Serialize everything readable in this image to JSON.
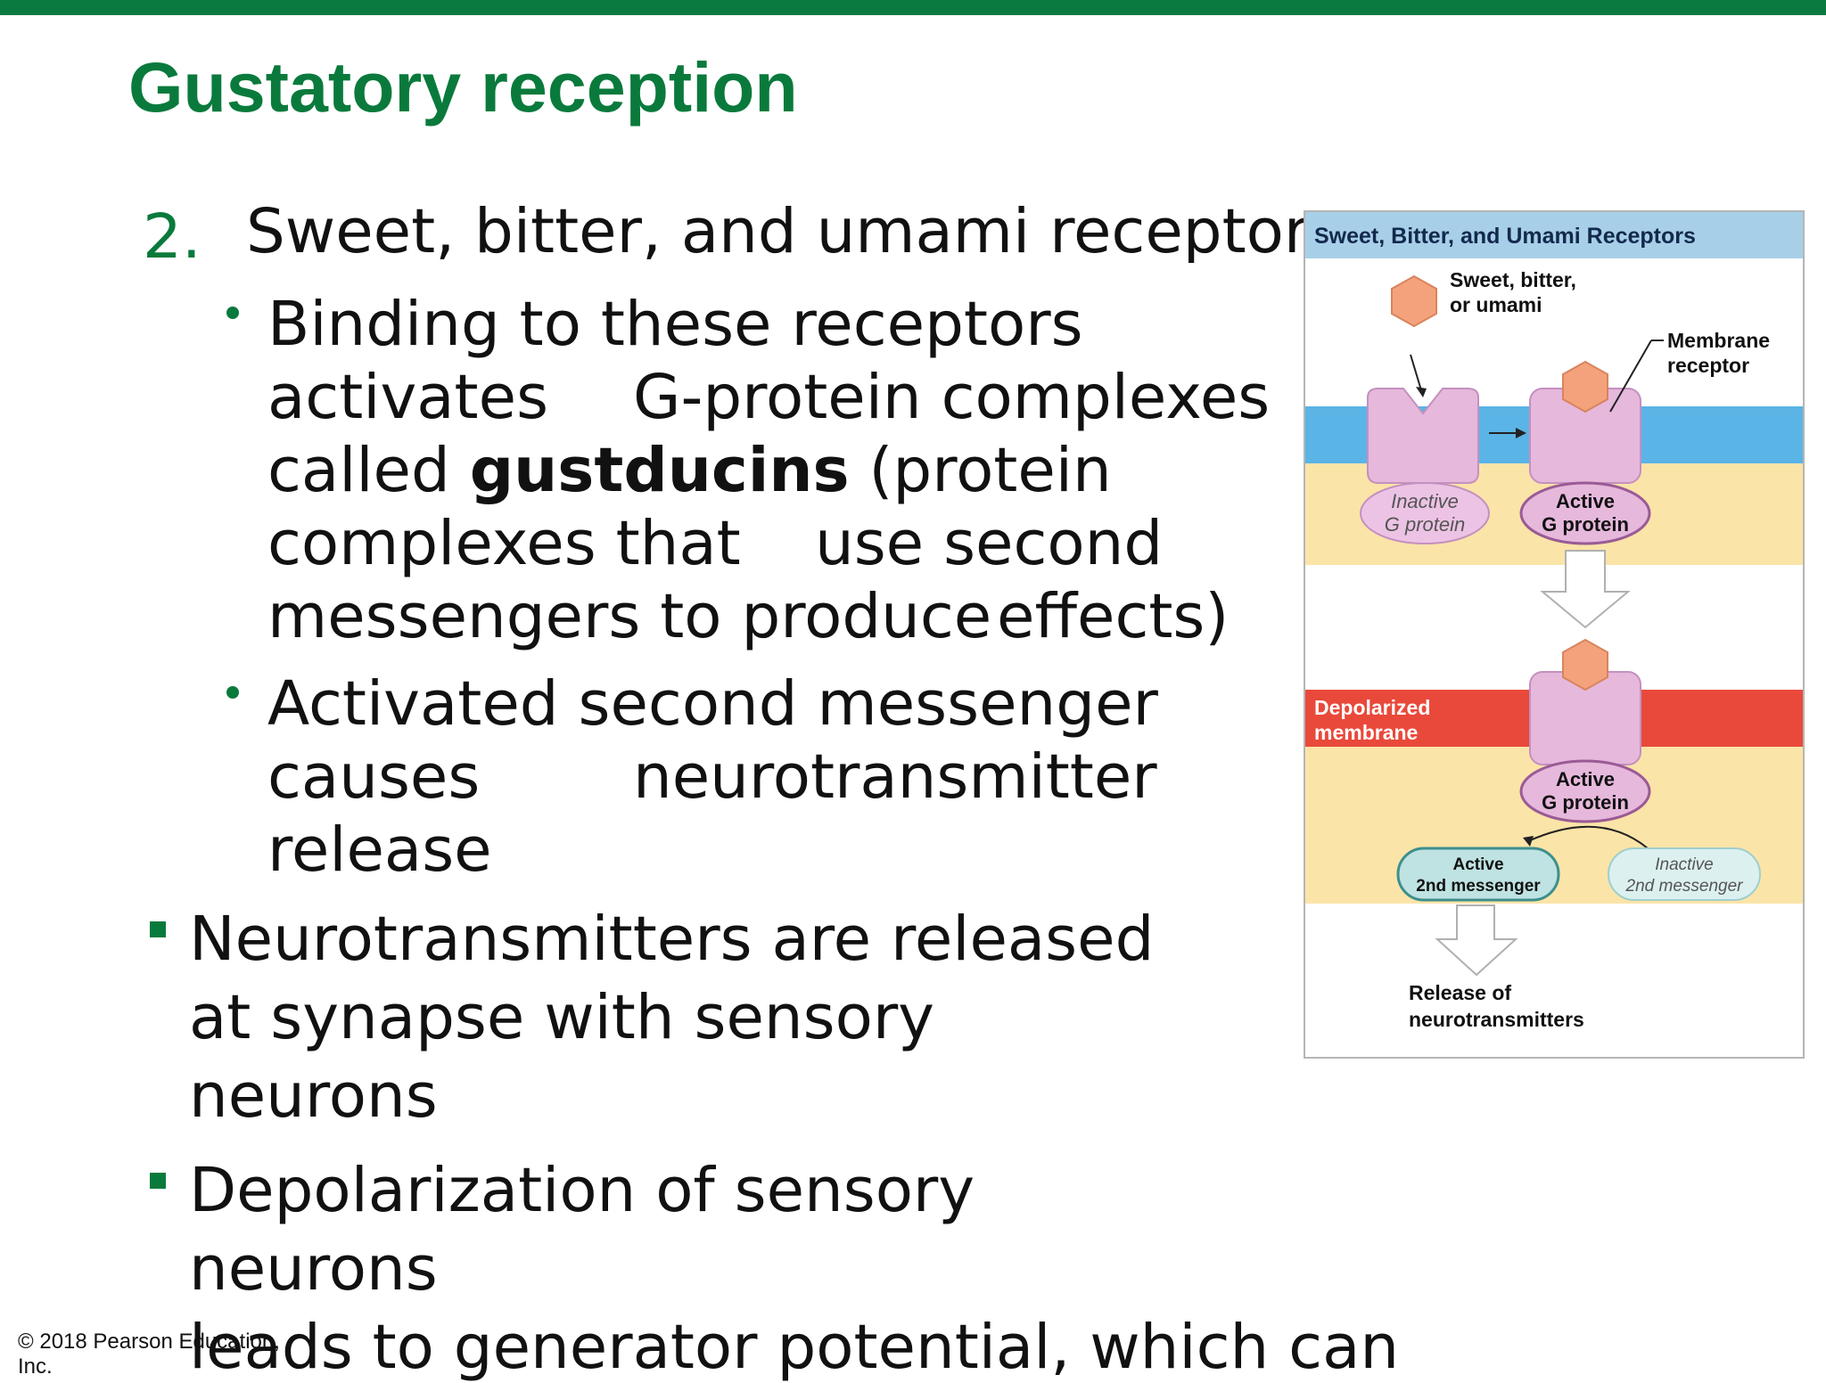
{
  "slide": {
    "title": "Gustatory reception",
    "item_number": "2.",
    "item_heading": "Sweet, bitter, and umami receptors",
    "bullet1": {
      "line1": "Binding to these receptors",
      "line2a": "activates",
      "line2b": "G-protein complexes",
      "line3a": "called ",
      "line3b": "gustducins",
      "line3c": " (protein",
      "line4a": "complexes that",
      "line4b": "use second",
      "line5a": "messengers to produce",
      "line5b": "effects)"
    },
    "bullet2": {
      "line1": "Activated second messenger",
      "line2a": "causes",
      "line2b": "neurotransmitter",
      "line3": "release"
    },
    "bullet3": {
      "line1": "Neurotransmitters are released",
      "line2": "at synapse with sensory",
      "line3": "neurons"
    },
    "bullet4": {
      "line1": "Depolarization of sensory",
      "line2": "neurons",
      "line3": "leads to generator potential, which can"
    },
    "copyright_line1": "© 2018 Pearson Education,",
    "copyright_line2": "Inc."
  },
  "figure": {
    "header": "Sweet, Bitter, and Umami Receptors",
    "tastant_line1": "Sweet, bitter,",
    "tastant_line2": "or umami",
    "membrane_receptor_line1": "Membrane",
    "membrane_receptor_line2": "receptor",
    "inactive_g_line1": "Inactive",
    "inactive_g_line2": "G protein",
    "active_g_line1": "Active",
    "active_g_line2": "G protein",
    "depolarized_line1": "Depolarized",
    "depolarized_line2": "membrane",
    "active_2nd_line1": "Active",
    "active_2nd_line2": "2nd messenger",
    "inactive_2nd_line1": "Inactive",
    "inactive_2nd_line2": "2nd messenger",
    "release_line1": "Release of",
    "release_line2": "neurotransmitters",
    "colors": {
      "header_band": "#a7cfe8",
      "membrane_blue": "#5ab4e6",
      "cytoplasm": "#fbe4a8",
      "depolarized_red": "#e9493a",
      "receptor": "#e6b8dc",
      "ligand": "#f4a27c",
      "second_messenger": "#bfe3e2"
    }
  }
}
